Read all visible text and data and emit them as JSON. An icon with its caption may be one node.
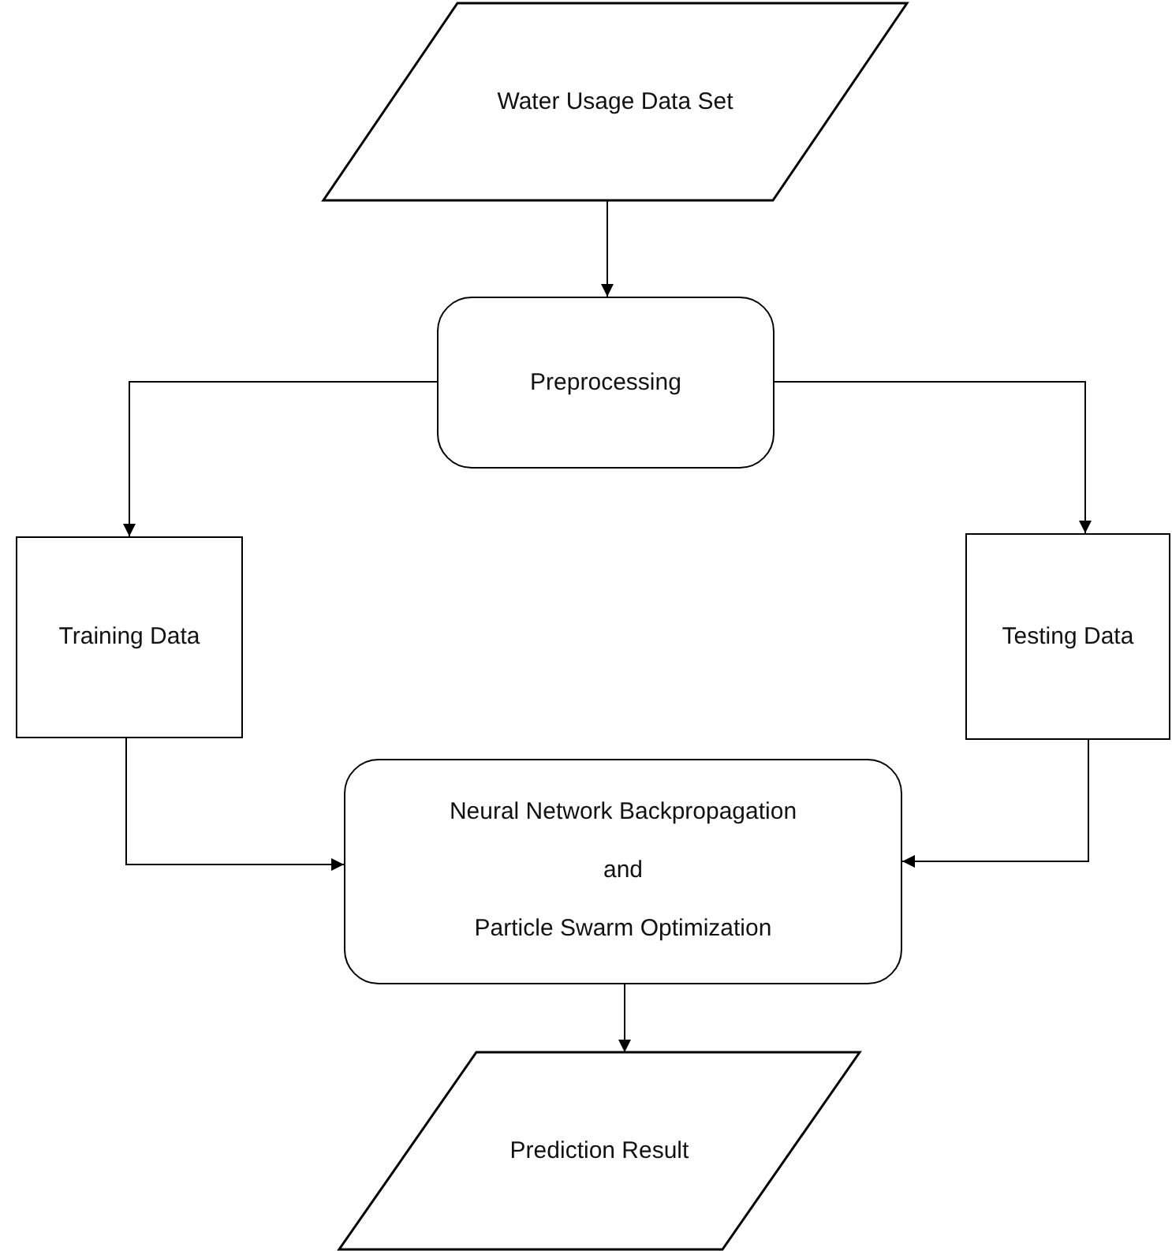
{
  "diagram": {
    "nodes": [
      {
        "text": [
          "Water Usage Data Set"
        ]
      },
      {
        "text": [
          "Preprocessing"
        ]
      },
      {
        "text": [
          "Training Data"
        ]
      },
      {
        "text": [
          "Testing Data"
        ]
      },
      {
        "text": [
          "Neural Network Backpropagation",
          "and",
          "Particle Swarm Optimization"
        ]
      },
      {
        "text": [
          "Prediction Result"
        ]
      }
    ],
    "edges": [
      {
        "from": 0,
        "to": 1,
        "arrow": "to"
      },
      {
        "from": 1,
        "to": 2,
        "arrow": "to"
      },
      {
        "from": 1,
        "to": 3,
        "arrow": "to"
      },
      {
        "from": 2,
        "to": 4,
        "arrow": "to"
      },
      {
        "from": 3,
        "to": 4,
        "arrow": "to"
      },
      {
        "from": 4,
        "to": 5,
        "arrow": "to"
      }
    ]
  }
}
